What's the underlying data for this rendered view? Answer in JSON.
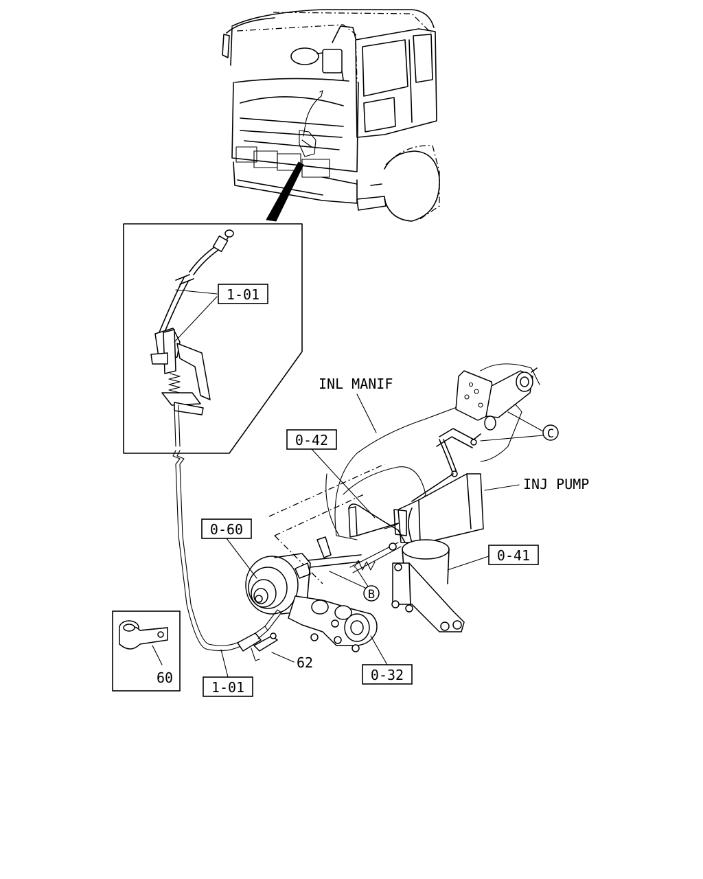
{
  "callouts": {
    "inset_cable": "1-01",
    "cable_bottom": "1-01",
    "throttle_link": "0-42",
    "generator": "0-60",
    "pump_bracket": "0-41",
    "exhaust_manifold": "0-32",
    "bolt": "62",
    "clip_detail": "60"
  },
  "labels": {
    "inlet_manifold": "INL MANIF",
    "injection_pump": "INJ PUMP",
    "ref_b": "B",
    "ref_c": "C"
  }
}
